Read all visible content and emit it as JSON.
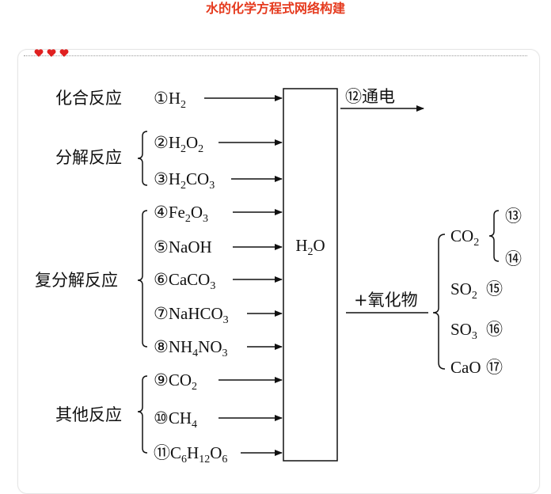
{
  "page_title": "水的化学方程式网络构建",
  "center": {
    "main": "H",
    "sub": "2",
    "tail": "O"
  },
  "groups": {
    "combination": "化合反应",
    "decomposition": "分解反应",
    "double_decomposition": "复分解反应",
    "other": "其他反应"
  },
  "reactants": [
    {
      "num": "①",
      "parts": [
        [
          "H",
          ""
        ],
        [
          "2",
          "sub"
        ]
      ]
    },
    {
      "num": "②",
      "parts": [
        [
          "H",
          ""
        ],
        [
          "2",
          "sub"
        ],
        [
          "O",
          ""
        ],
        [
          "2",
          "sub"
        ]
      ]
    },
    {
      "num": "③",
      "parts": [
        [
          "H",
          ""
        ],
        [
          "2",
          "sub"
        ],
        [
          "CO",
          ""
        ],
        [
          "3",
          "sub"
        ]
      ]
    },
    {
      "num": "④",
      "parts": [
        [
          "Fe",
          ""
        ],
        [
          "2",
          "sub"
        ],
        [
          "O",
          ""
        ],
        [
          "3",
          "sub"
        ]
      ]
    },
    {
      "num": "⑤",
      "parts": [
        [
          "NaOH",
          ""
        ]
      ]
    },
    {
      "num": "⑥",
      "parts": [
        [
          "CaCO",
          ""
        ],
        [
          "3",
          "sub"
        ]
      ]
    },
    {
      "num": "⑦",
      "parts": [
        [
          "NaHCO",
          ""
        ],
        [
          "3",
          "sub"
        ]
      ]
    },
    {
      "num": "⑧",
      "parts": [
        [
          "NH",
          ""
        ],
        [
          "4",
          "sub"
        ],
        [
          "NO",
          ""
        ],
        [
          "3",
          "sub"
        ]
      ]
    },
    {
      "num": "⑨",
      "parts": [
        [
          "CO",
          ""
        ],
        [
          "2",
          "sub"
        ]
      ]
    },
    {
      "num": "⑩",
      "parts": [
        [
          "CH",
          ""
        ],
        [
          "4",
          "sub"
        ]
      ]
    },
    {
      "num": "⑪",
      "parts": [
        [
          "C",
          ""
        ],
        [
          "6",
          "sub"
        ],
        [
          "H",
          ""
        ],
        [
          "12",
          "sub"
        ],
        [
          "O",
          ""
        ],
        [
          "6",
          "sub"
        ]
      ]
    }
  ],
  "electrolysis": {
    "num": "⑫",
    "label": "通电"
  },
  "oxide_branch": {
    "label": "+氧化物"
  },
  "oxides": [
    {
      "formula": [
        [
          "CO",
          ""
        ],
        [
          "2",
          "sub"
        ]
      ],
      "nums": [
        "⑬",
        "⑭"
      ]
    },
    {
      "formula": [
        [
          "SO",
          ""
        ],
        [
          "2",
          "sub"
        ]
      ],
      "nums": [
        "⑮"
      ]
    },
    {
      "formula": [
        [
          "SO",
          ""
        ],
        [
          "3",
          "sub"
        ]
      ],
      "nums": [
        "⑯"
      ]
    },
    {
      "formula": [
        [
          "CaO",
          ""
        ]
      ],
      "nums": [
        "⑰"
      ]
    }
  ],
  "colors": {
    "title": "#e53a1e",
    "hearts": "#e02020",
    "ink": "#111111"
  }
}
